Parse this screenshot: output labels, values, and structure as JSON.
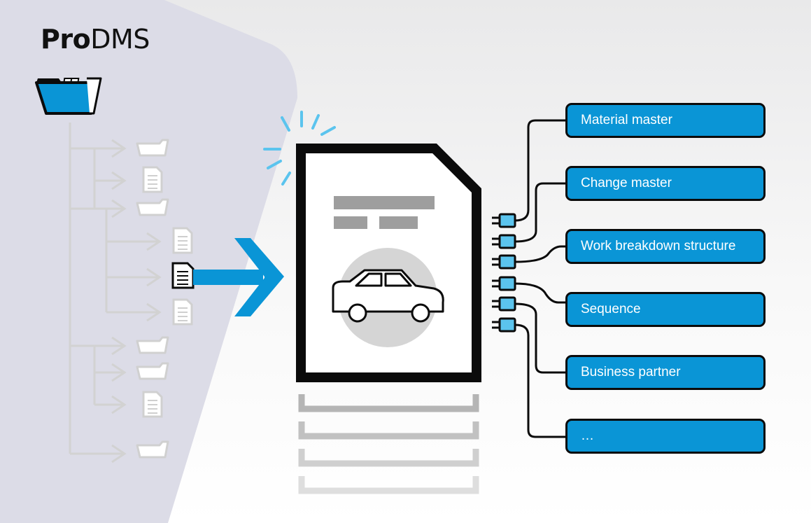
{
  "brand": {
    "name_bold": "Pro",
    "name_regular": "DMS"
  },
  "linked_objects": [
    {
      "label": "Material master"
    },
    {
      "label": "Change master"
    },
    {
      "label": "Work breakdown structure"
    },
    {
      "label": "Sequence"
    },
    {
      "label": "Business partner"
    },
    {
      "label": "…"
    }
  ],
  "colors": {
    "accent": "#0a95d6",
    "light_blue": "#5bc4ee",
    "outline": "#0b0b0b",
    "panel": "#dddde8",
    "tree_gray": "#d0d0d0"
  },
  "icons": [
    "open-folder-icon",
    "folder-icon",
    "document-icon",
    "car-icon",
    "plug-icon",
    "arrow-icon"
  ]
}
